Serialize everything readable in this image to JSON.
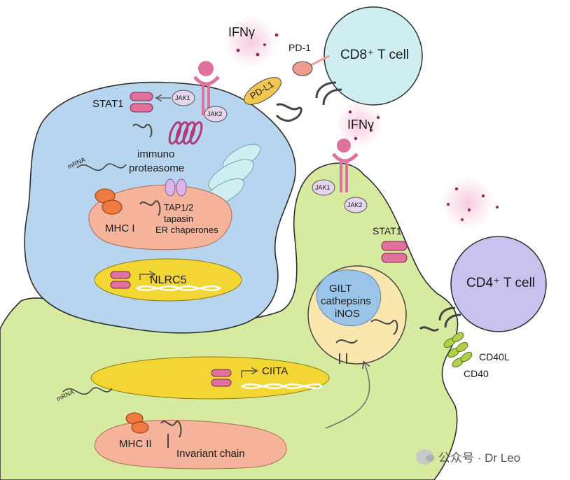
{
  "labels": {
    "ifn_top": "IFNγ",
    "pd1": "PD-1",
    "cd8": "CD8⁺ T cell",
    "pdl1": "PD-L1",
    "stat1_top": "STAT1",
    "jak1_top": "JAK1",
    "jak2_top": "JAK2",
    "immuno1": "immuno",
    "immuno2": "proteasome",
    "mhc1": "MHC I",
    "tap1": "TAP1/2",
    "tap2": "tapasin",
    "tap3": "ER chaperones",
    "nlrc5": "NLRC5",
    "mrna_top": "mRNA",
    "ifn_mid": "IFNγ",
    "jak1_mid": "JAK1",
    "jak2_mid": "JAK2",
    "stat1_mid": "STAT1",
    "cd4": "CD4⁺ T cell",
    "gilt1": "GILT",
    "gilt2": "cathepsins",
    "gilt3": "iNOS",
    "cd40l": "CD40L",
    "cd40": "CD40",
    "ciita": "CIITA",
    "mrna_bot": "mRNA",
    "mhc2": "MHC II",
    "invariant": "Invariant chain"
  },
  "watermark": "公众号 · Dr Leo",
  "colors": {
    "blue_cell": "#b7d5ee",
    "green_cell": "#d7eba0",
    "cd8_cell": "#cfeef2",
    "cd4_cell": "#c9c2ef",
    "nucleus": "#f3d634",
    "er": "#f5b39c",
    "pink": "#e0709c",
    "pdl1": "#f2c64f",
    "pd1": "#ee9b90",
    "orange": "#ee7a3f",
    "endosome": "#fbe7ae",
    "endo_inner": "#9cc3e8",
    "cd40": "#b2d04e"
  }
}
